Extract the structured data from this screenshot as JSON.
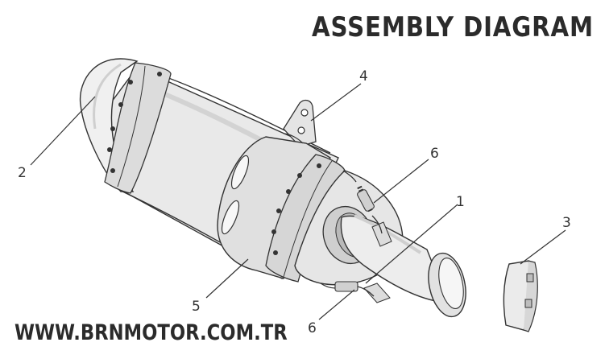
{
  "title": "ASSEMBLY DIAGRAM",
  "website": "WWW.BRNMOTOR.COM.TR",
  "callouts": {
    "c1": "1",
    "c2": "2",
    "c3": "3",
    "c4": "4",
    "c5": "5",
    "c6a": "6",
    "c6b": "6"
  },
  "colors": {
    "line": "#333333",
    "body_shade": "#e8e8e8",
    "light_shade": "#f4f4f4",
    "dark_shade": "#b5b5b5"
  }
}
